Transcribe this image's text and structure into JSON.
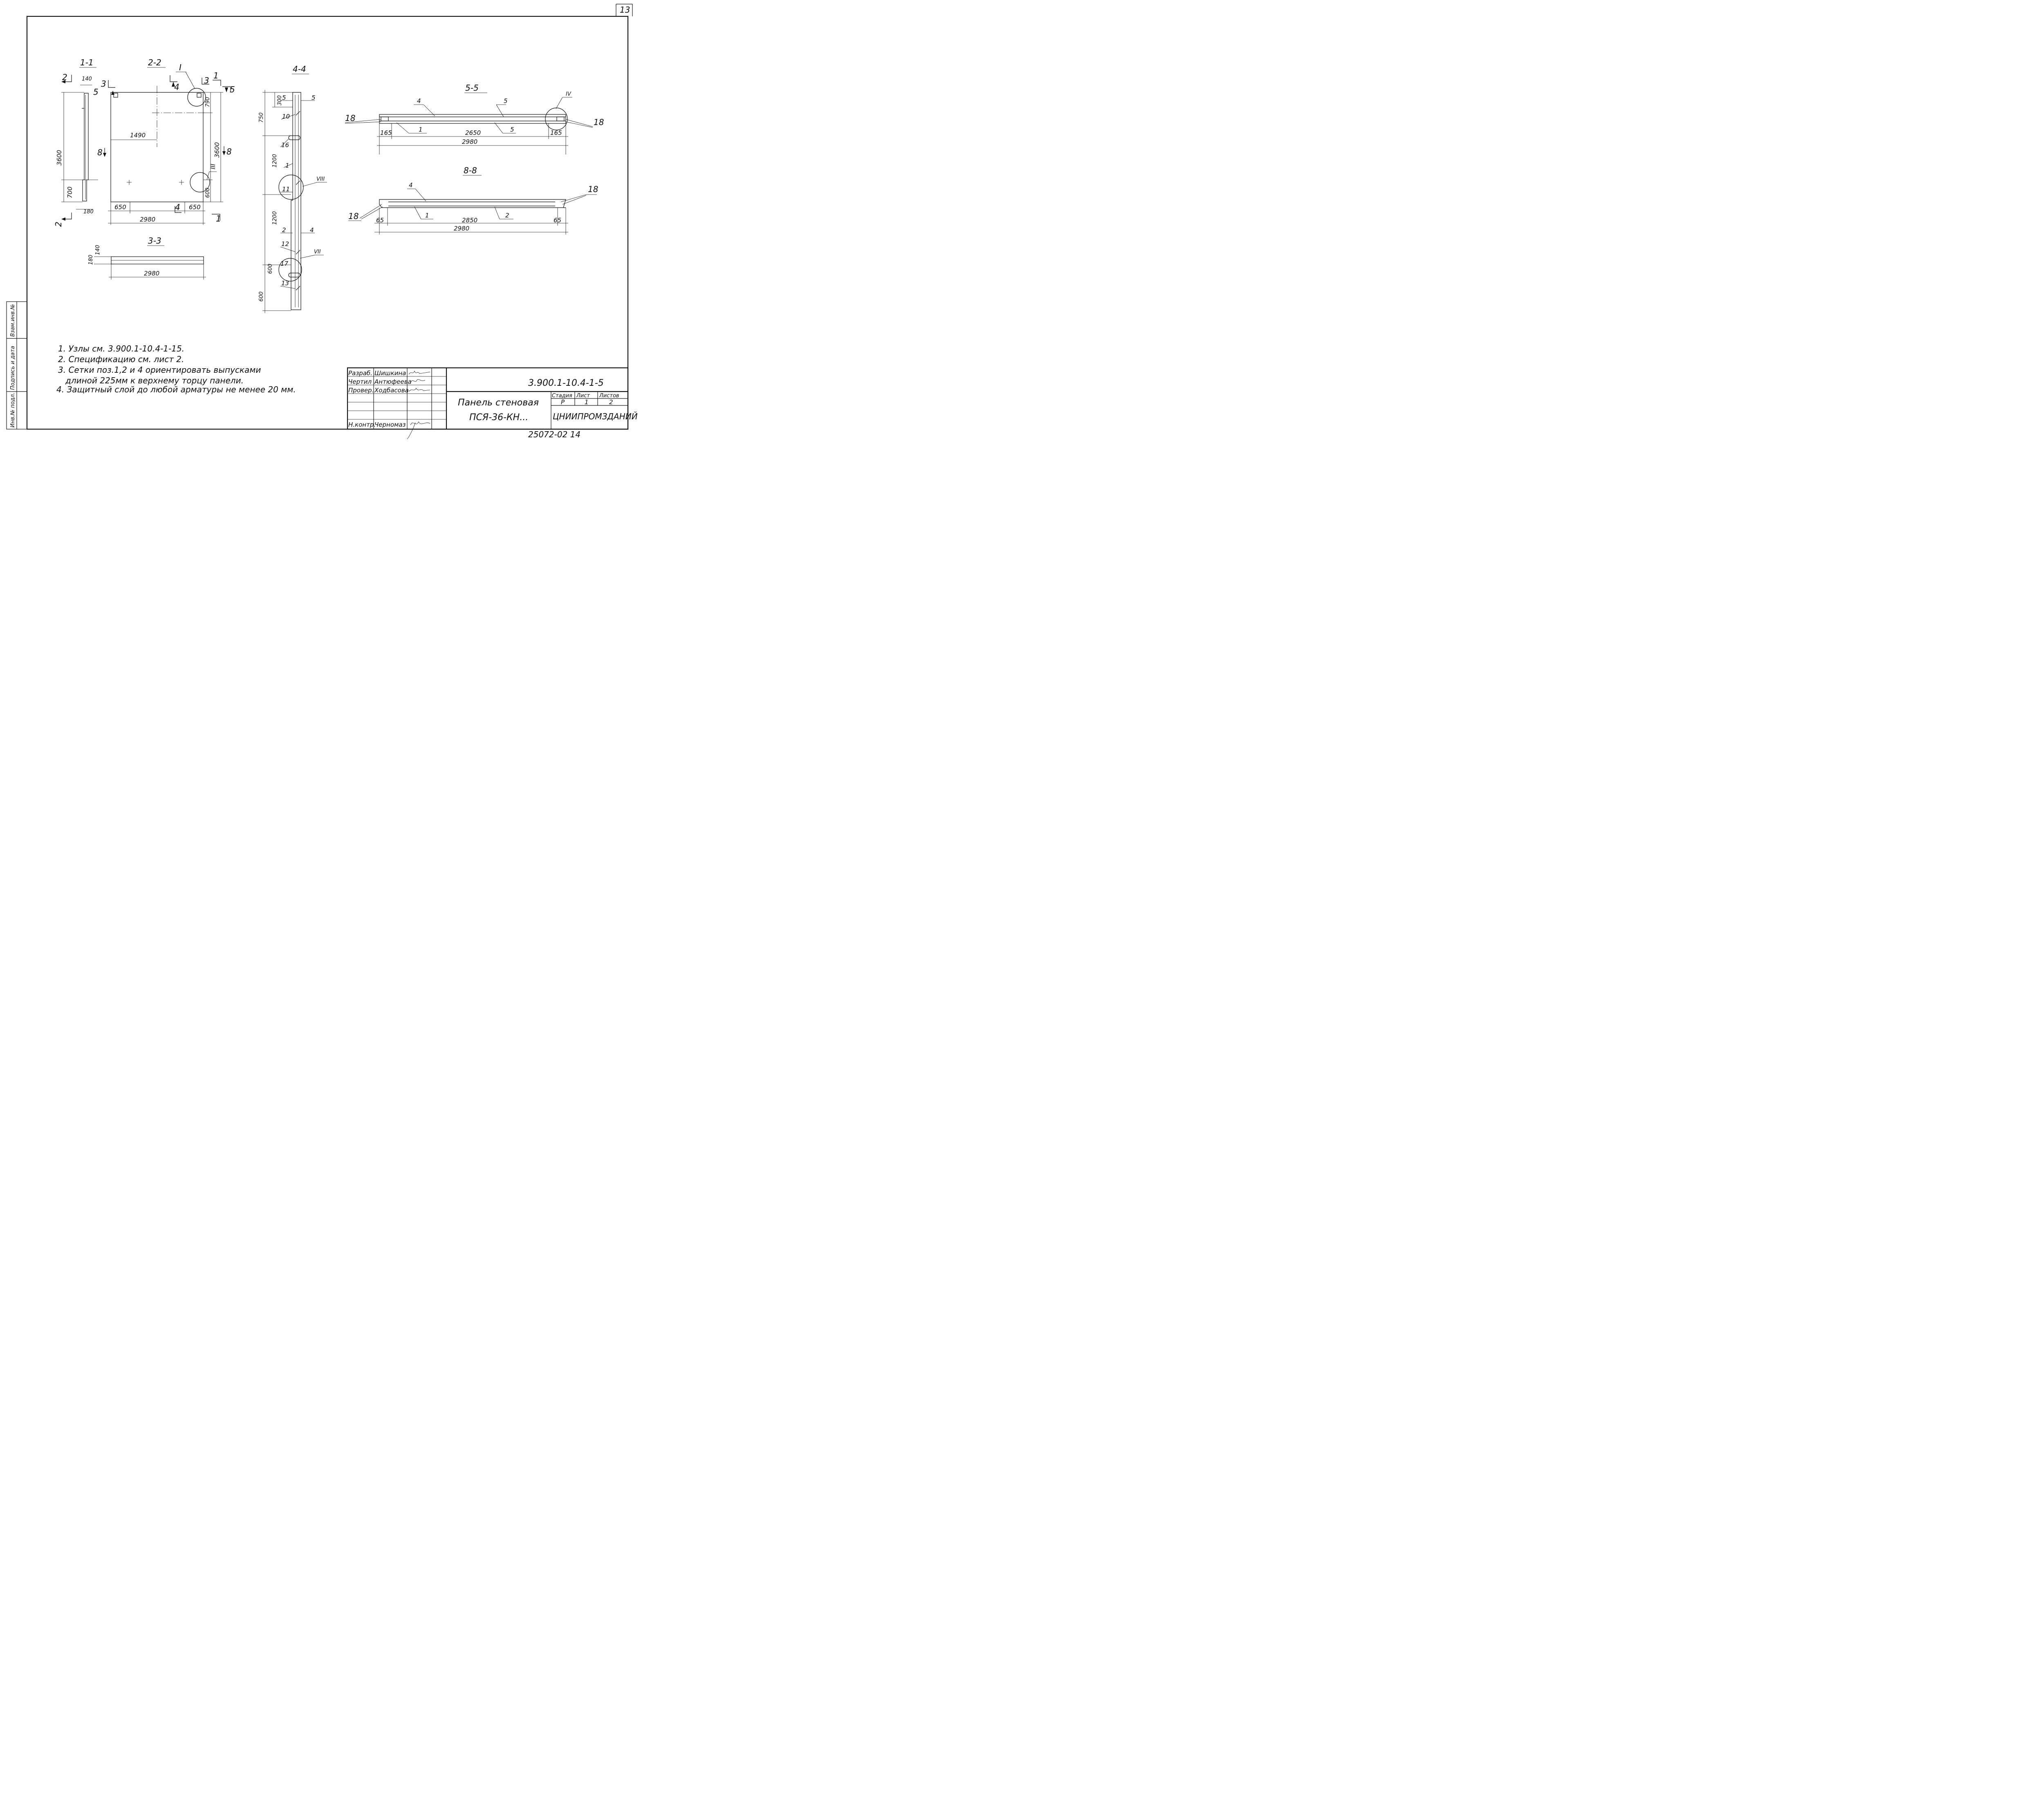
{
  "sheet": {
    "page_number": "13",
    "stamp_number": "25072-02 14"
  },
  "sections": {
    "s11": "1-1",
    "s22": "2-2",
    "s33": "3-3",
    "s44": "4-4",
    "s55": "5-5",
    "s88": "8-8"
  },
  "view11": {
    "cut2_top": "2",
    "cut2_bot": "2",
    "dim140": "140",
    "dim3600": "3600",
    "dim700": "700",
    "dim180": "180"
  },
  "view22": {
    "node_i": "I",
    "node_iii": "III",
    "cut3_l": "3",
    "cut5_l": "5",
    "cut4_top": "4",
    "cut3_r": "3",
    "cut1_top": "1",
    "cut5_r": "5",
    "cut8_l": "8",
    "cut8_r": "8",
    "cut4_bot": "4",
    "cut1_bot": "1",
    "dim1490": "1490",
    "dim3600": "3600",
    "dim790": "790",
    "dim600": "600",
    "dim650_l": "650",
    "dim650_r": "650",
    "dim2980": "2980"
  },
  "view33": {
    "dim180": "180",
    "dim140": "140",
    "dim2980": "2980"
  },
  "view44": {
    "dim300": "300",
    "dim750": "750",
    "dim1200": "1200",
    "dim1200b": "1200",
    "dim600": "600",
    "dim600b": "600",
    "pos5a": "5",
    "pos5b": "5",
    "pos10": "10",
    "pos16": "16",
    "pos1": "1",
    "pos11": "11",
    "node_viii": "VIII",
    "pos2": "2",
    "pos4": "4",
    "pos12": "12",
    "node_vii": "VII",
    "pos17": "17",
    "pos13": "13"
  },
  "view55": {
    "node_iv": "IV",
    "pos4": "4",
    "pos5": "5",
    "pos18l": "18",
    "pos18r": "18",
    "pos1": "1",
    "pos5b": "5",
    "dim165l": "165",
    "dim2650": "2650",
    "dim165r": "165",
    "dim2980": "2980"
  },
  "view88": {
    "pos4": "4",
    "pos18r": "18",
    "pos18l": "18",
    "pos1": "1",
    "pos2": "2",
    "dim65l": "65",
    "dim2850": "2850",
    "dim65r": "65",
    "dim2980": "2980"
  },
  "notes": [
    "1. Узлы см. 3.900.1-10.4-1-15.",
    "2. Спецификацию см. лист 2.",
    "3. Сетки поз.1,2 и 4 ориентировать выпусками",
    "длиной 225мм к верхнему торцу панели.",
    "4. Защитный слой до любой арматуры не менее 20 мм."
  ],
  "left_strip": [
    "Инв.№ подл.",
    "Подпись и дата",
    "Взам.инв.№"
  ],
  "title_block": {
    "roles": [
      "Разраб.",
      "Чертил",
      "Провер.",
      "",
      "",
      "",
      "Н.контр."
    ],
    "names": [
      "Шишкина",
      "Антюфеева",
      "Ходбасова",
      "",
      "",
      "",
      "Черномаз"
    ],
    "doc_code": "3.900.1-10.4-1-5",
    "title_line1": "Панель стеновая",
    "title_line2": "ПСЯ-36-КН...",
    "stage_label": "Стадия",
    "sheet_label": "Лист",
    "sheets_label": "Листов",
    "stage": "Р",
    "sheet": "1",
    "sheets": "2",
    "org": "ЦНИИПРОМЗДАНИЙ"
  }
}
